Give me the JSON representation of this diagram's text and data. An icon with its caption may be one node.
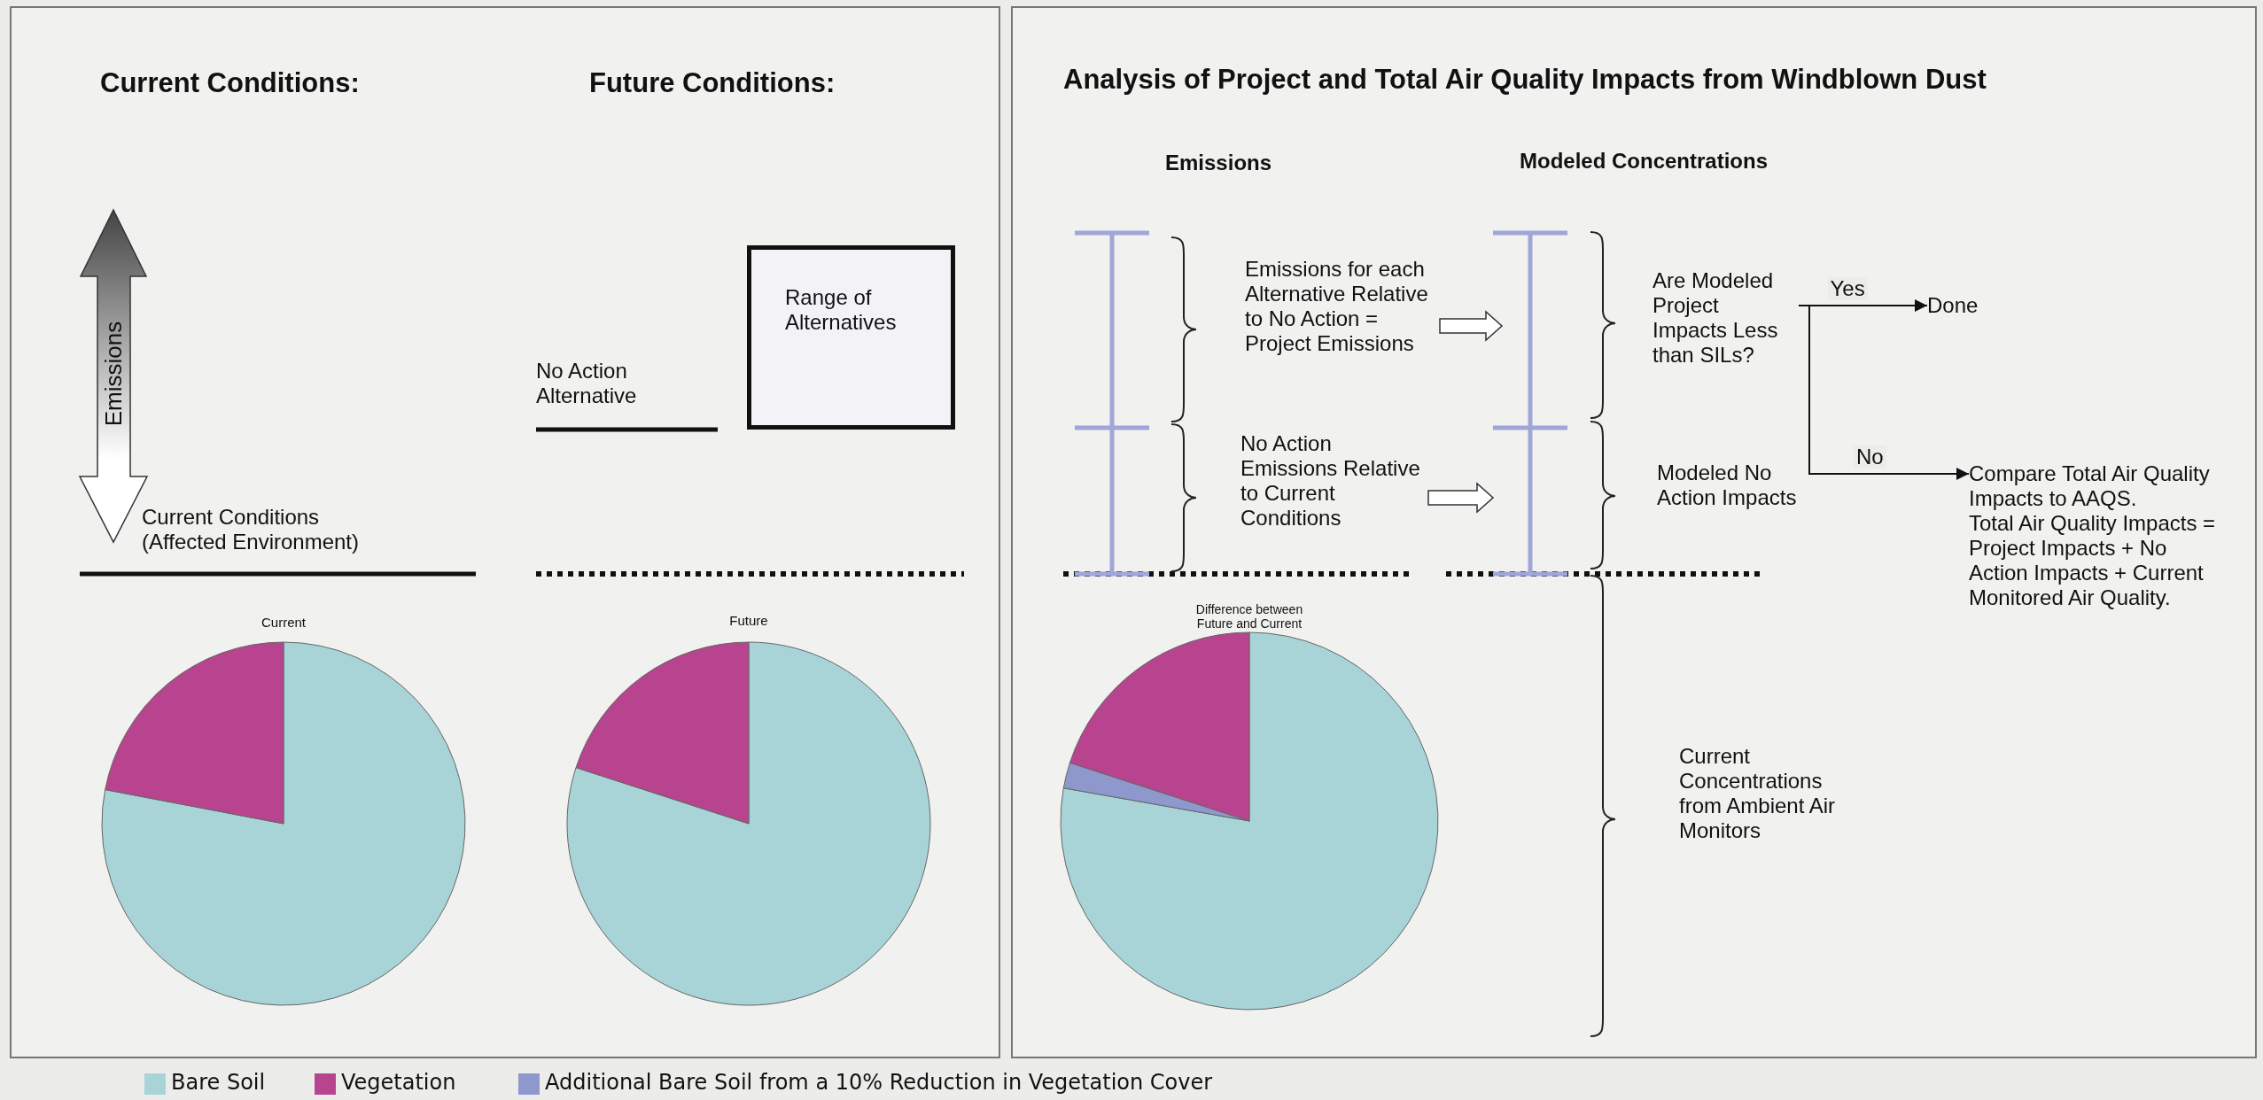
{
  "diagram": {
    "title": "Analysis of Project and Total Air Quality Impacts from Windblown Dust",
    "nodes": [
      {
        "text": [
          "Range of Alternatives"
        ]
      },
      {
        "text": [
          "Emissions for each Alternative Relative to No Action = Project Emissions"
        ]
      },
      {
        "text": [
          "No Action Emissions Relative to Current Conditions"
        ]
      },
      {
        "text": [
          "Are Modeled Project Impacts Less than SILs?"
        ]
      },
      {
        "text": [
          "Modeled No Action Impacts"
        ]
      },
      {
        "text": [
          "Done"
        ]
      },
      {
        "text": [
          "Compare Total Air Quality Impacts to AAQS.",
          "Total Air Quality Impacts = Project Impacts + No Action Impacts + Current Monitored Air Quality."
        ]
      },
      {
        "text": [
          "Current Concentrations from Ambient Air Monitors"
        ]
      }
    ],
    "edges": [
      {
        "from": 1,
        "to": null,
        "arrow": "to",
        "style": "thick"
      },
      {
        "from": 2,
        "to": null,
        "arrow": "to",
        "style": "thick"
      },
      {
        "from": 3,
        "to": 5,
        "arrow": "to",
        "label": "Yes"
      },
      {
        "from": 3,
        "to": 6,
        "arrow": "to",
        "label": "No"
      }
    ],
    "labels": [
      "Current Conditions:",
      "Future Conditions:",
      "Emissions",
      "No Action Alternative",
      "Current Conditions (Affected Environment)",
      "Emissions",
      "Modeled Concentrations",
      "Current",
      "Future",
      "Difference between Future and Current"
    ],
    "legend": [
      {
        "text": "Bare Soil",
        "color": "#a8d4d8"
      },
      {
        "text": "Vegetation",
        "color": "#b8448f"
      },
      {
        "text": "Additional Bare Soil from a 10% Reduction in Vegetation Cover",
        "color": "#8e98cc"
      }
    ]
  }
}
